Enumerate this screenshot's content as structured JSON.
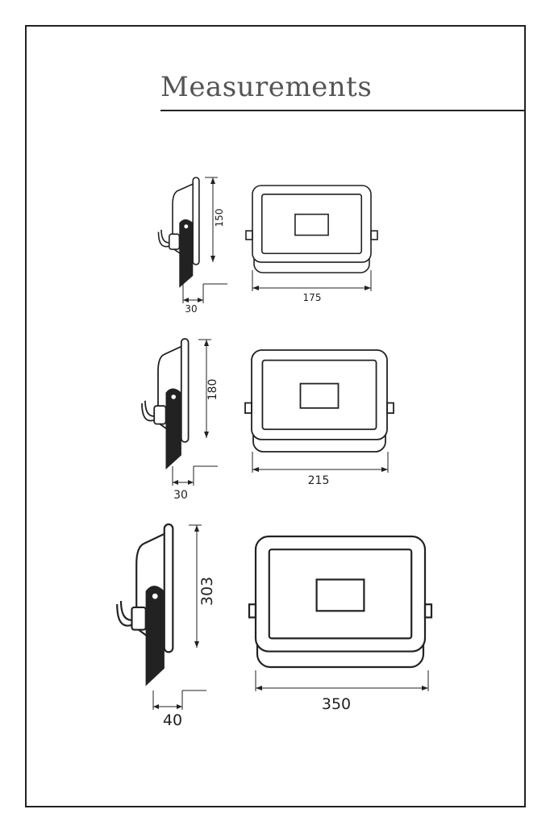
{
  "title": "Measurements",
  "variants": [
    {
      "height": "150",
      "width": "175",
      "depth": "30"
    },
    {
      "height": "180",
      "width": "215",
      "depth": "30"
    },
    {
      "height": "303",
      "width": "350",
      "depth": "40"
    }
  ]
}
